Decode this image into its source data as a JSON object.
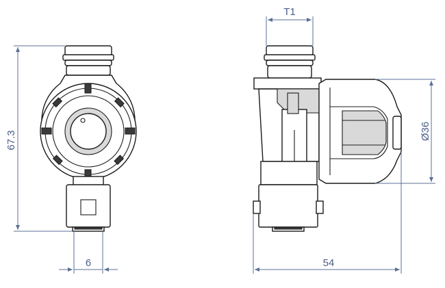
{
  "drawing": {
    "dimensions": {
      "height_overall": "67.3",
      "outlet_width": "6",
      "thread_width": "T1",
      "body_diameter": "Ø36",
      "overall_length": "54"
    },
    "colors": {
      "line": "#1a1a1a",
      "dimension": "#5b6f95"
    }
  }
}
